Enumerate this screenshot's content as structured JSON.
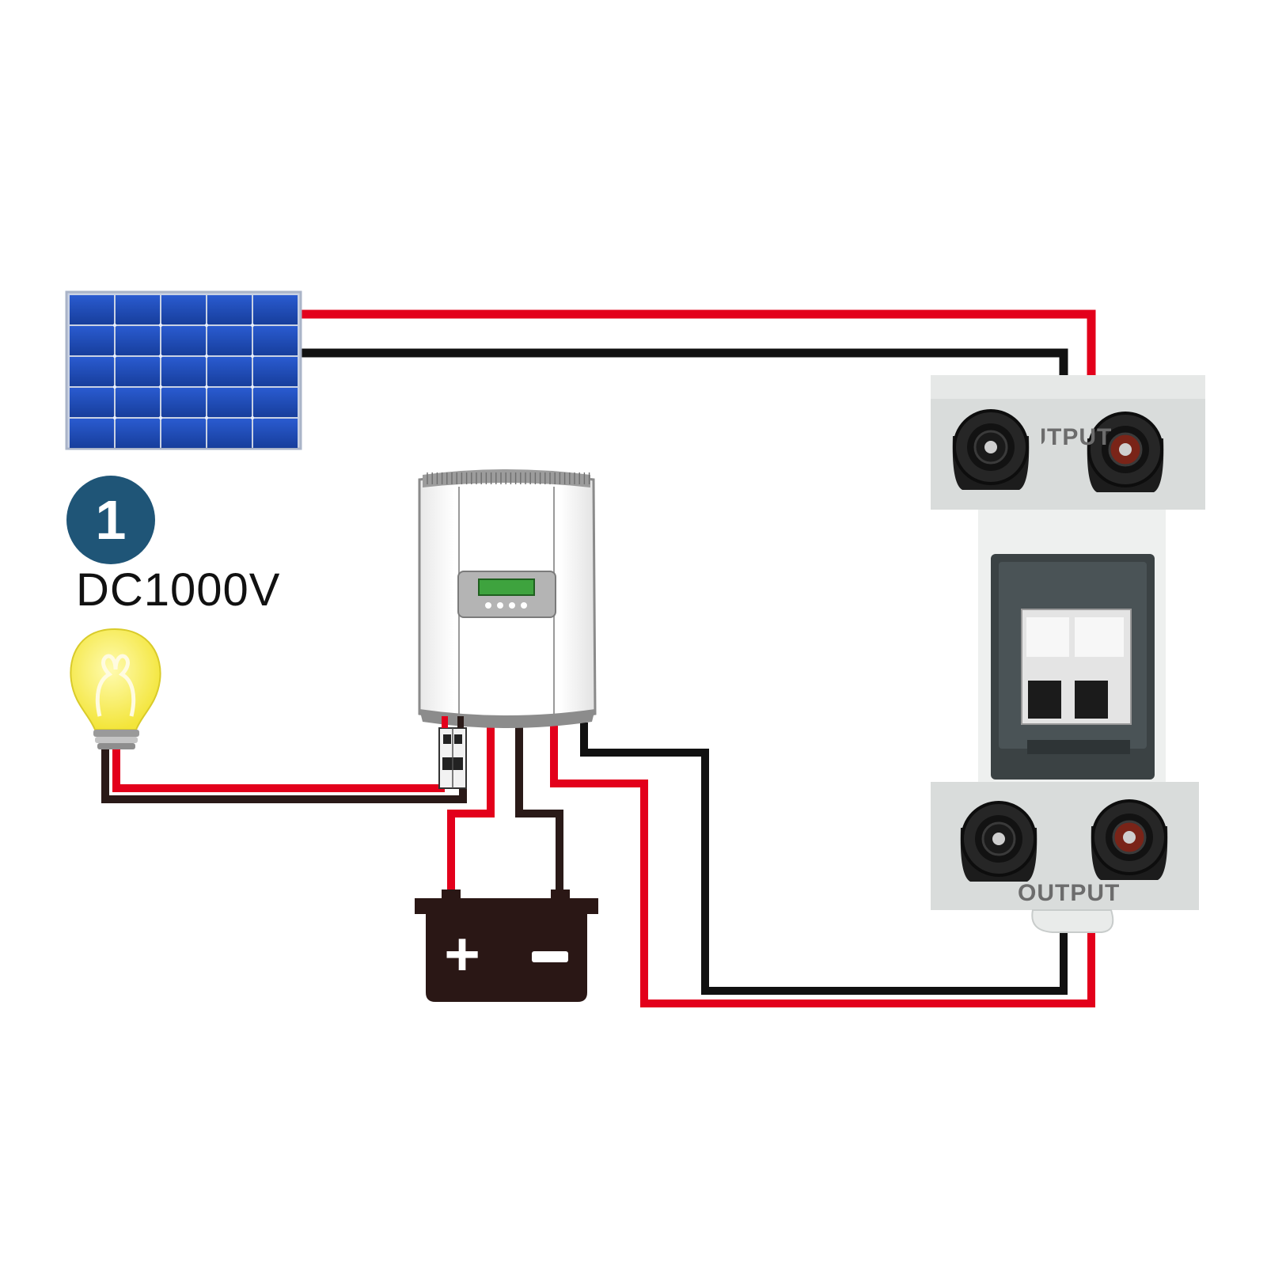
{
  "badge": {
    "number": "1"
  },
  "rating": {
    "voltage": "DC1000V"
  },
  "isolator": {
    "top_label": "OUTPUT",
    "bottom_label": "OUTPUT"
  },
  "battery": {
    "plus": "+",
    "minus": "−"
  },
  "colors": {
    "positive_wire": "#e3001b",
    "negative_wire": "#111111",
    "badge": "#1f5577",
    "panel_cell": "#1e49b0",
    "bulb": "#f6ec4b",
    "battery": "#2a1715",
    "isolator_body": "#d9dcdb"
  },
  "icons": [
    "solar-panel-icon",
    "light-bulb-icon",
    "inverter-icon",
    "battery-icon",
    "dc-isolator-switch-icon",
    "mc4-connector-icon"
  ]
}
